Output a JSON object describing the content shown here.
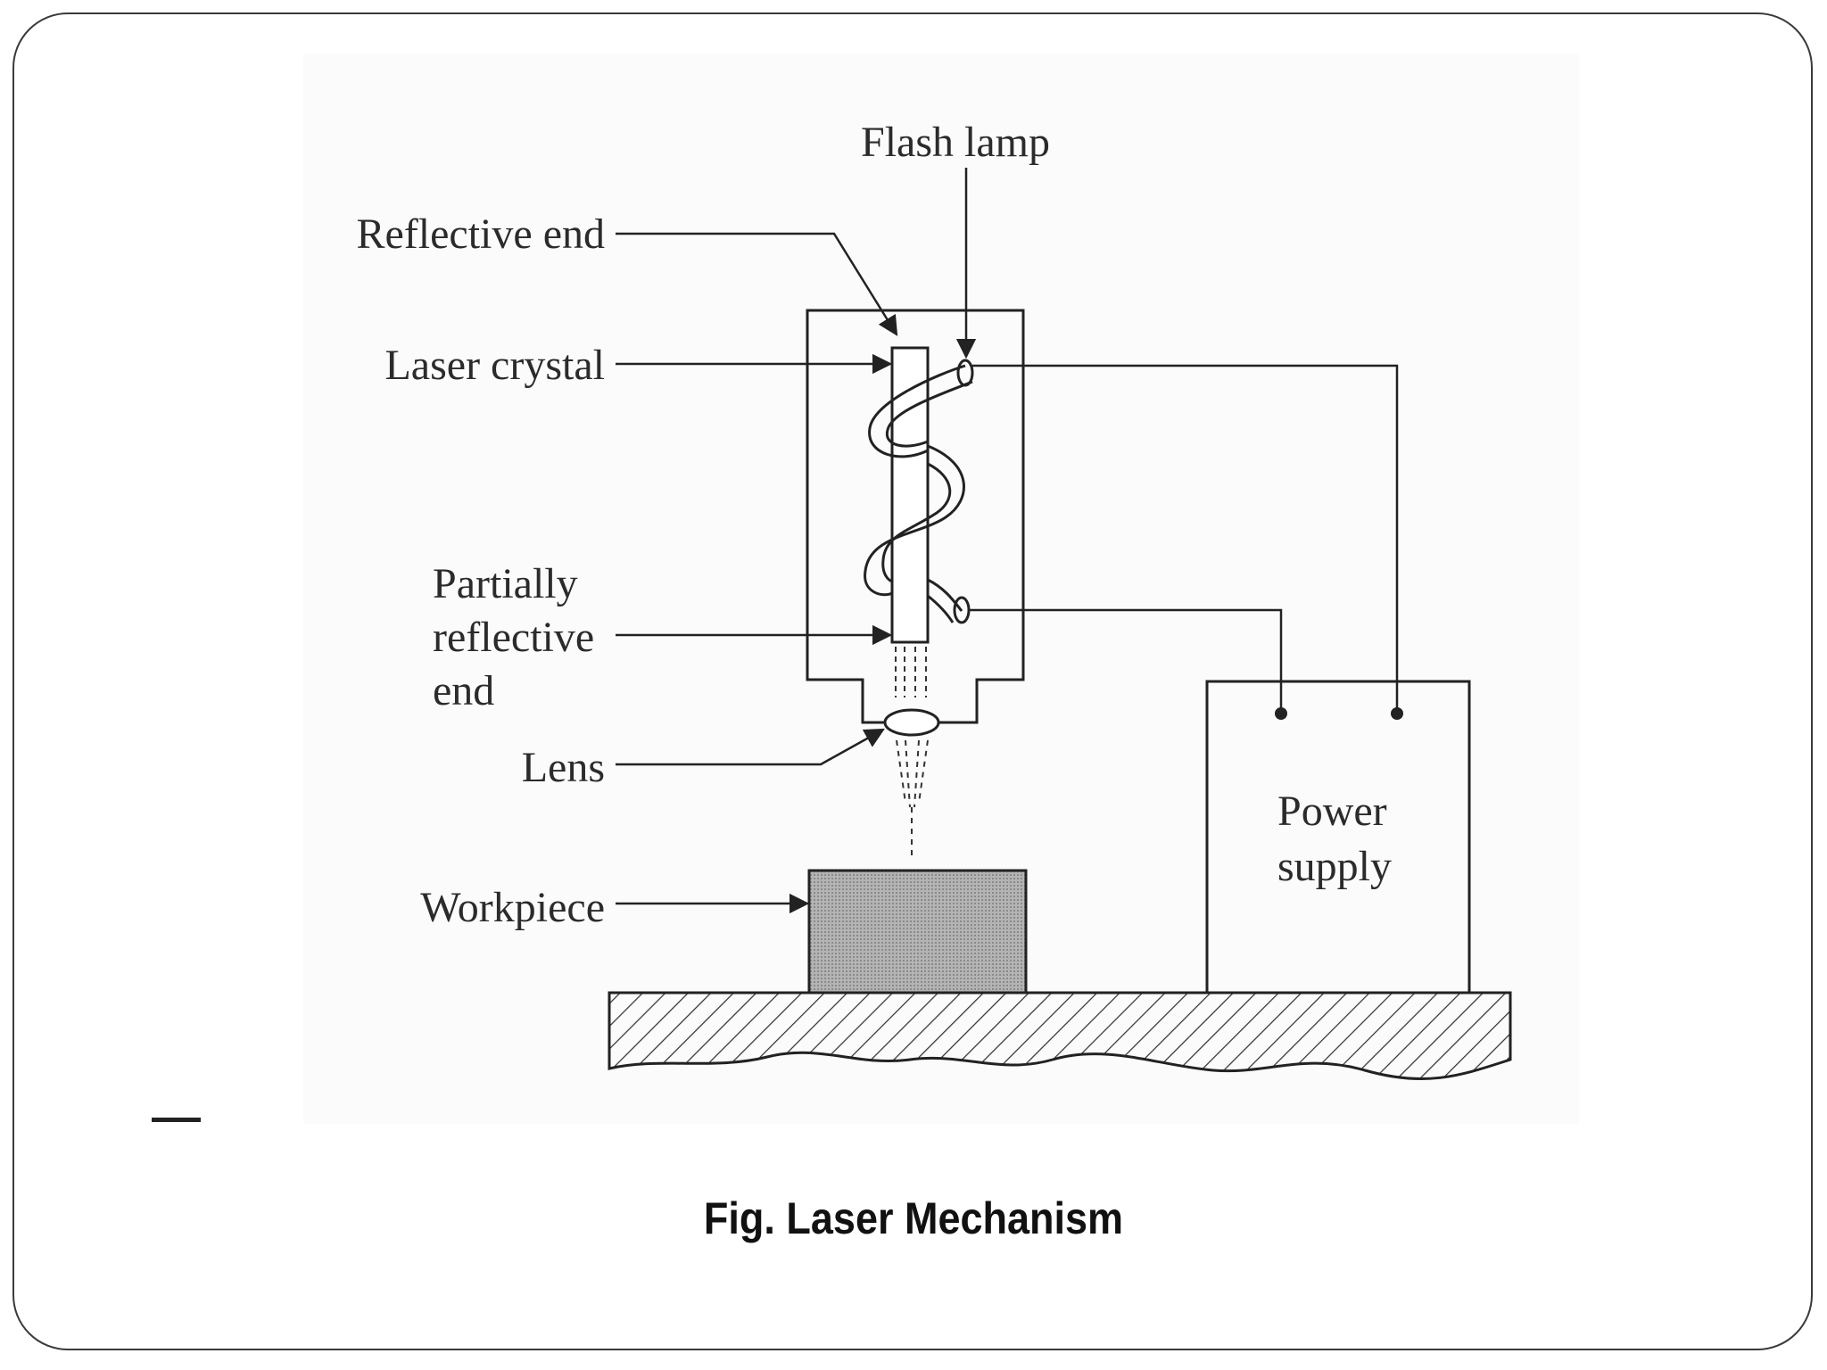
{
  "diagram": {
    "labels": {
      "flash_lamp": "Flash lamp",
      "reflective_end": "Reflective end",
      "laser_crystal": "Laser crystal",
      "partially_reflective_end": [
        "Partially",
        "reflective",
        "end"
      ],
      "lens": "Lens",
      "workpiece": "Workpiece",
      "power_supply": [
        "Power",
        "supply"
      ]
    }
  },
  "caption": "Fig. Laser Mechanism"
}
